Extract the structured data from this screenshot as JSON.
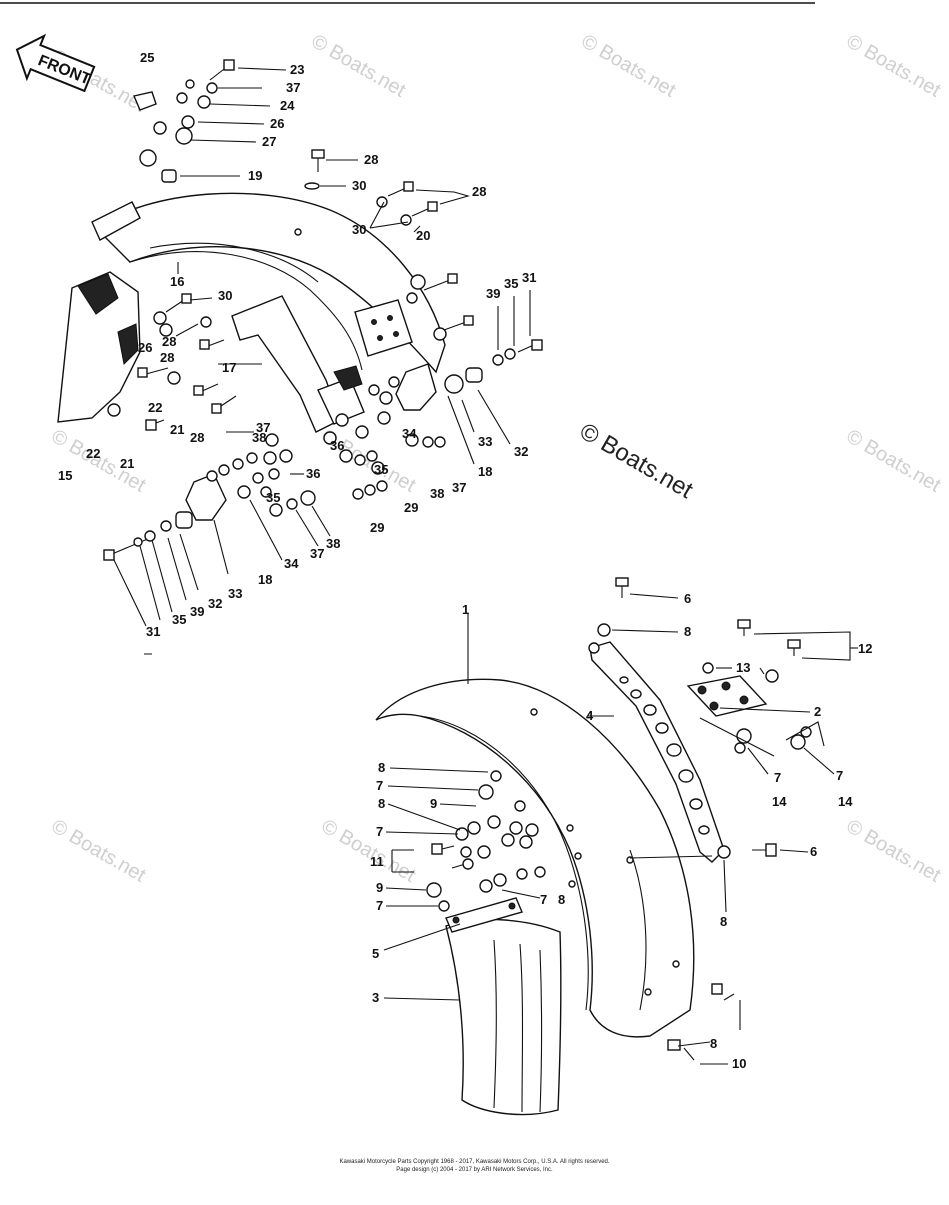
{
  "front_label": "FRONT",
  "watermark": "© Boats.net",
  "copyright": [
    "Kawasaki Motorcycle Parts Copyright 1968 - 2017, Kawasaki Motors Corp., U.S.A. All rights reserved.",
    "Page design (c) 2004 - 2017 by ARI Network Services, Inc."
  ],
  "callouts": {
    "c23": "23",
    "c37a": "37",
    "c24": "24",
    "c26": "26",
    "c27": "27",
    "c25": "25",
    "c19": "19",
    "c28a": "28",
    "c30a": "30",
    "c28b": "28",
    "c30b": "30",
    "c20": "20",
    "c16": "16",
    "c30c": "30",
    "c26b": "26",
    "c28c": "28",
    "c28d": "28",
    "c17": "17",
    "c22a": "22",
    "c22b": "22",
    "c21a": "21",
    "c21b": "21",
    "c28e": "28",
    "c15": "15",
    "c39a": "39",
    "c35a": "35",
    "c31a": "31",
    "c33a": "33",
    "c32a": "32",
    "c18a": "18",
    "c34a": "34",
    "c36a": "36",
    "c35b": "35",
    "c38a": "38",
    "c37b": "37",
    "c37c": "37",
    "c38b": "38",
    "c36b": "36",
    "c29a": "29",
    "c29b": "29",
    "c37d": "37",
    "c35c": "35",
    "c38c": "38",
    "c18b": "18",
    "c34b": "34",
    "c33b": "33",
    "c32b": "32",
    "c39b": "39",
    "c35d": "35",
    "c31b": "31",
    "c6a": "6",
    "c8a": "8",
    "c12": "12",
    "c13": "13",
    "c1": "1",
    "c2": "2",
    "c4": "4",
    "c7a": "7",
    "c7b": "7",
    "c14a": "14",
    "c14b": "14",
    "c8b": "8",
    "c7c": "7",
    "c8c": "8",
    "c9a": "9",
    "c7d": "7",
    "c11": "11",
    "c6b": "6",
    "c9b": "9",
    "c7e": "7",
    "c7f": "7",
    "c8d": "8",
    "c8e": "8",
    "c5": "5",
    "c3": "3",
    "c8f": "8",
    "c10": "10"
  }
}
